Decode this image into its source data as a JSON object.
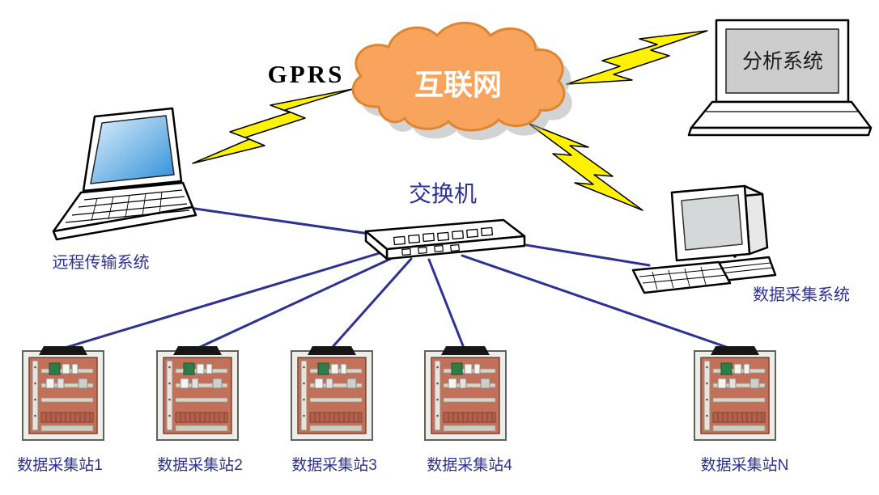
{
  "labels": {
    "gprs": "GPRS",
    "internet": "互联网",
    "switch": "交换机",
    "remote_system": "远程传输系统",
    "acquisition_system": "数据采集系统",
    "analysis_system": "分析系统"
  },
  "stations": [
    {
      "label": "数据采集站1"
    },
    {
      "label": "数据采集站2"
    },
    {
      "label": "数据采集站3"
    },
    {
      "label": "数据采集站4"
    },
    {
      "label": "数据采集站N"
    }
  ],
  "icons": {
    "cloud": "internet-cloud",
    "lightning": "lightning-bolt",
    "laptop": "laptop-computer",
    "switch": "network-switch",
    "desktop": "desktop-computer",
    "cabinet": "data-collection-cabinet"
  },
  "colors": {
    "label_blue": "#2E3192",
    "line_blue": "#2E3192",
    "cloud_fill": "#F9A45C",
    "cloud_stroke": "#E0852F",
    "bolt_yellow": "#FFF200",
    "cabinet_panel": "#C2705A"
  }
}
